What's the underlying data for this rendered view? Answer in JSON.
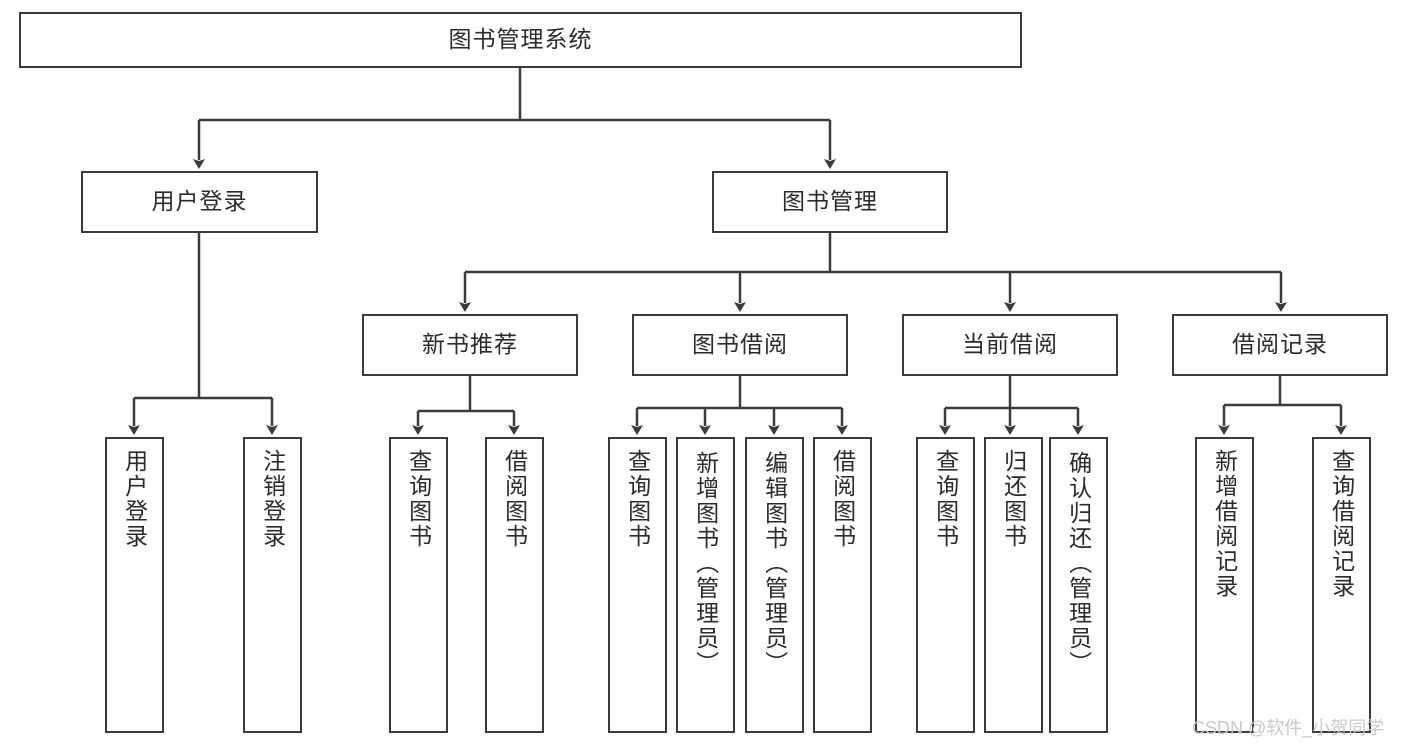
{
  "diagram": {
    "type": "tree-hierarchy-flowchart",
    "title": "图书管理系统",
    "colors": {
      "background": "#ffffff",
      "box_border": "#3b3b3b",
      "box_fill": "#ffffff",
      "text": "#2b2b2b",
      "connector": "#3b3b3b",
      "watermark": "#c9c9c9"
    },
    "root": {
      "label": "图书管理系统"
    },
    "level1": [
      {
        "label": "用户登录"
      },
      {
        "label": "图书管理"
      }
    ],
    "level2": [
      {
        "label": "新书推荐"
      },
      {
        "label": "图书借阅"
      },
      {
        "label": "当前借阅"
      },
      {
        "label": "借阅记录"
      }
    ],
    "leaves": {
      "user_login": [
        {
          "label": "用户登录"
        },
        {
          "label": "注销登录"
        }
      ],
      "new_book_recommend": [
        {
          "label": "查询图书"
        },
        {
          "label": "借阅图书"
        }
      ],
      "book_borrow": [
        {
          "label": "查询图书"
        },
        {
          "label": "新增图书（管理员）"
        },
        {
          "label": "编辑图书（管理员）"
        },
        {
          "label": "借阅图书"
        }
      ],
      "current_borrow": [
        {
          "label": "查询图书"
        },
        {
          "label": "归还图书"
        },
        {
          "label": "确认归还（管理员）"
        }
      ],
      "borrow_record": [
        {
          "label": "新增借阅记录"
        },
        {
          "label": "查询借阅记录"
        }
      ]
    }
  },
  "watermark": {
    "text": "CSDN @软件_小贺同学"
  }
}
